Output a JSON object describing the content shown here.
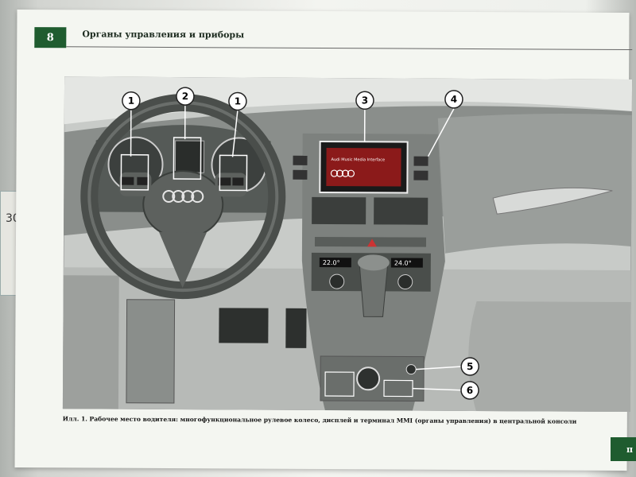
{
  "header": {
    "page_number": "8",
    "chapter_title": "Органы управления и приборы"
  },
  "side_tab": {
    "label": "п"
  },
  "ruler": {
    "mark": "30"
  },
  "figure": {
    "callouts": [
      "1",
      "2",
      "1",
      "3",
      "4",
      "5",
      "6"
    ],
    "display_text": "Audi Music Media Interface",
    "climate_left_temp": "22.0°",
    "climate_right_temp": "24.0°",
    "caption": "Илл. 1. Рабочее место водителя: многофункциональное рулевое колесо, дисплей и терминал MMI (органы управления) в центральной консоли"
  }
}
